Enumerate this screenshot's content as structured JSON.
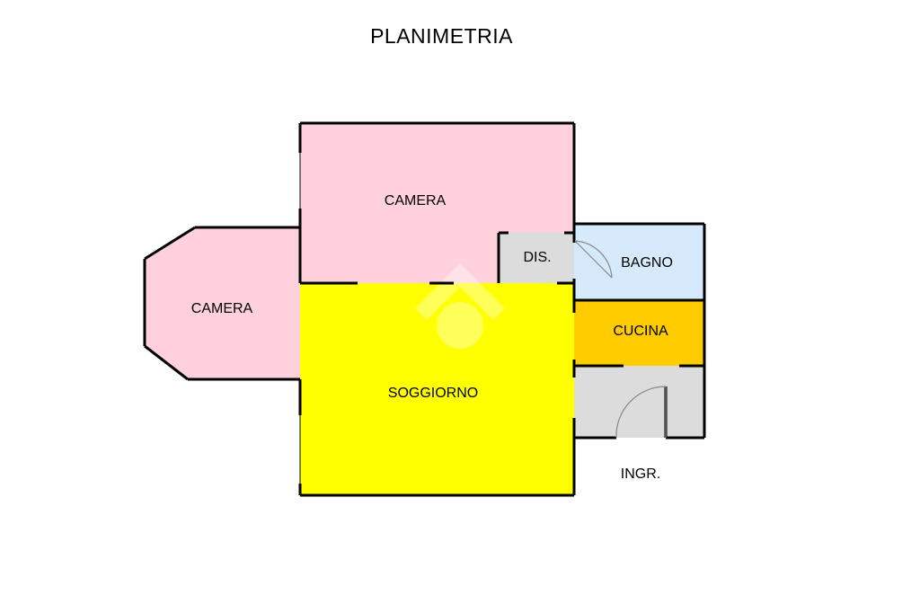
{
  "title": "PLANIMETRIA",
  "rooms": {
    "camera_top": {
      "label": "CAMERA",
      "color": "#FFD1DC"
    },
    "camera_left": {
      "label": "CAMERA",
      "color": "#FFD1DC"
    },
    "soggiorno": {
      "label": "SOGGIORNO",
      "color": "#FFFF00"
    },
    "disimpegno": {
      "label": "DIS.",
      "color": "#DCDCDC"
    },
    "bagno": {
      "label": "BAGNO",
      "color": "#D6EAFC"
    },
    "cucina": {
      "label": "CUCINA",
      "color": "#FFCC00"
    },
    "ingresso": {
      "label": "INGR.",
      "color": "#DCDCDC"
    }
  },
  "wall_color": "#000000"
}
